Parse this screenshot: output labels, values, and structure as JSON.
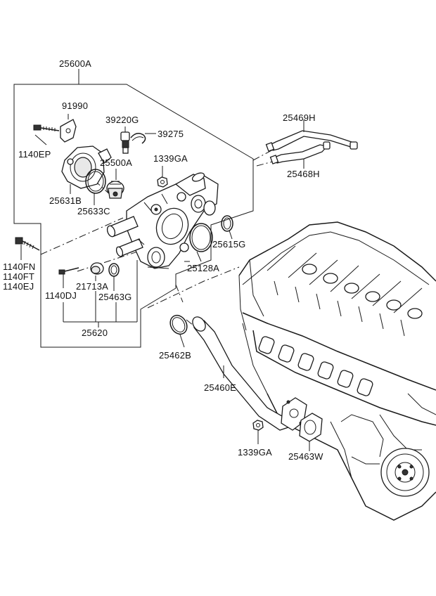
{
  "labels": {
    "assembly": "25600A",
    "bracket": "91990",
    "bolt_left": "1140EP",
    "sensor": "39220G",
    "clip": "39275",
    "thermostat": "25500A",
    "nut_top": "1339GA",
    "gasket_cover": "25631B",
    "ring_cover": "25633C",
    "pipe_upper": "25469H",
    "pipe_lower": "25468H",
    "oring_right": "25615G",
    "bolt_fn": "1140FN",
    "bolt_ft": "1140FT",
    "bolt_ej": "1140EJ",
    "gasket_housing": "25128A",
    "plug": "21713A",
    "bolt_dj": "1140DJ",
    "oring_small": "25463G",
    "housing_sub": "25620",
    "gasket_pipe": "25462B",
    "pipe_main": "25460E",
    "nut_bottom": "1339GA",
    "gasket_flange": "25463W"
  }
}
